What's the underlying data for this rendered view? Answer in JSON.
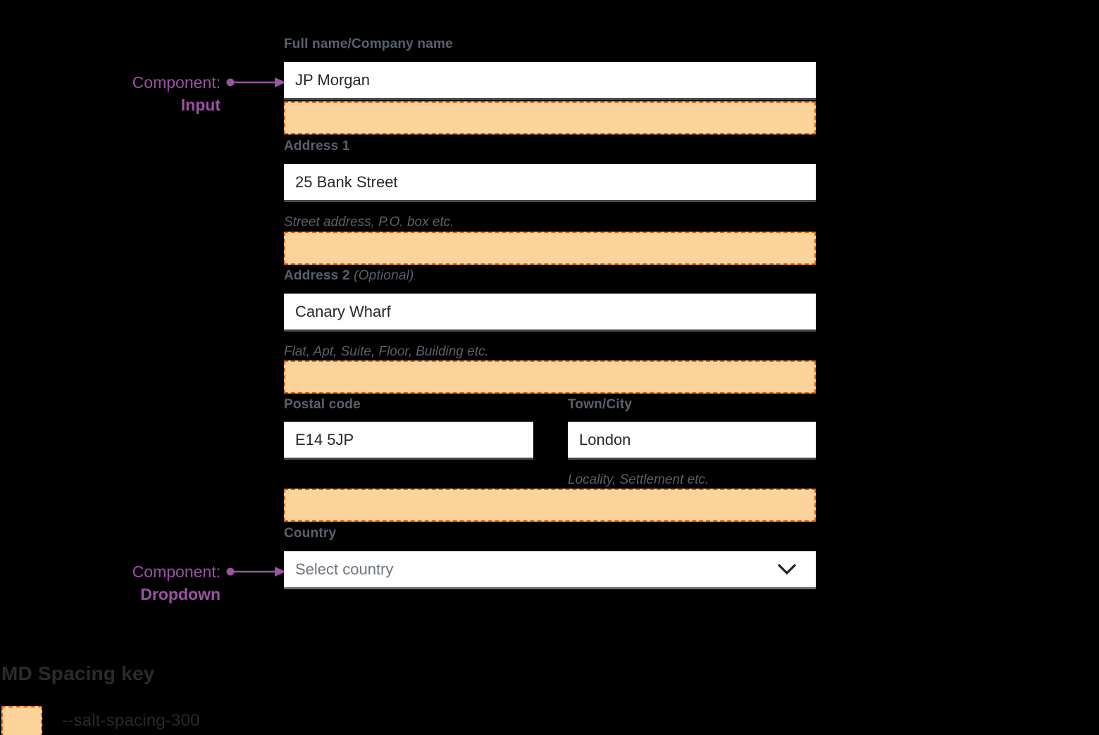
{
  "colors": {
    "background": "#000000",
    "label_gray": "#5a616b",
    "input_text": "#24282c",
    "input_border": "#45494f",
    "dropdown_border": "#6b7078",
    "placeholder_gray": "#6e747c",
    "spacing_fill": "#fcd49b",
    "spacing_border_orange": "#e06711",
    "annotation_purple": "#9b52a1",
    "key_text": "#26282b"
  },
  "annotations": {
    "input": {
      "prefix": "Component:",
      "name": "Input"
    },
    "dropdown": {
      "prefix": "Component:",
      "name": "Dropdown"
    }
  },
  "form": {
    "full_name": {
      "label": "Full name/Company name",
      "value": "JP Morgan"
    },
    "address1": {
      "label": "Address 1",
      "value": "25 Bank Street",
      "helper": "Street address, P.O. box etc."
    },
    "address2": {
      "label": "Address 2",
      "optional": " (Optional)",
      "value": "Canary Wharf",
      "helper": "Flat, Apt, Suite, Floor, Building etc."
    },
    "postal_code": {
      "label": "Postal code",
      "value": "E14 5JP"
    },
    "town_city": {
      "label": "Town/City",
      "value": "London",
      "helper": "Locality, Settlement etc."
    },
    "country": {
      "label": "Country",
      "placeholder": "Select country"
    }
  },
  "spacing_key": {
    "title": "MD Spacing key",
    "token": "--salt-spacing-300"
  }
}
